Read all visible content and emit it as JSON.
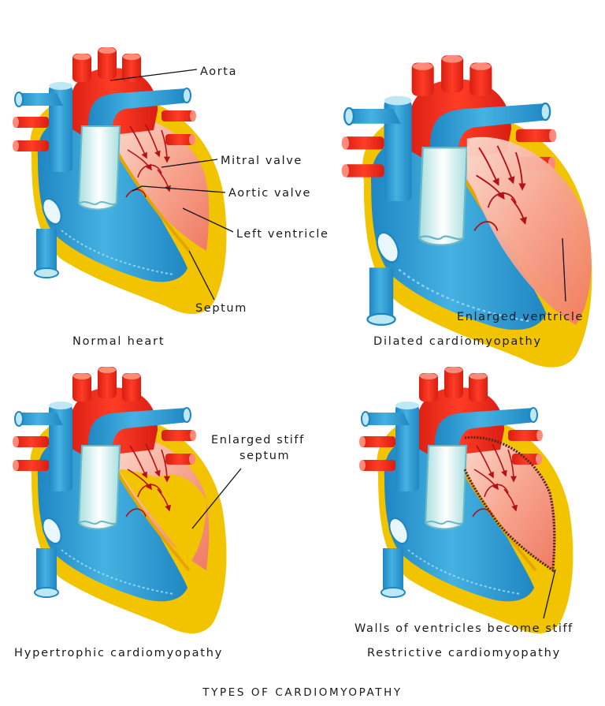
{
  "title": "TYPES OF CARDIOMYOPATHY",
  "colors": {
    "yellow": "#f2c400",
    "red": "#ee2b1c",
    "blue": "#2e9ad3",
    "pink": "#f6a08c",
    "valve": "#dff4f4"
  },
  "panels": [
    {
      "caption": "Normal heart",
      "labels": [
        "Aorta",
        "Mitral valve",
        "Aortic valve",
        "Left ventricle",
        "Septum"
      ]
    },
    {
      "caption": "Dilated cardiomyopathy",
      "labels": [
        "Enlarged ventricle"
      ]
    },
    {
      "caption": "Hypertrophic cardiomyopathy",
      "labels": [
        "Enlarged stiff",
        "septum"
      ]
    },
    {
      "caption": "Restrictive cardiomyopathy",
      "labels": [
        "Walls of ventricles become stiff"
      ]
    }
  ]
}
